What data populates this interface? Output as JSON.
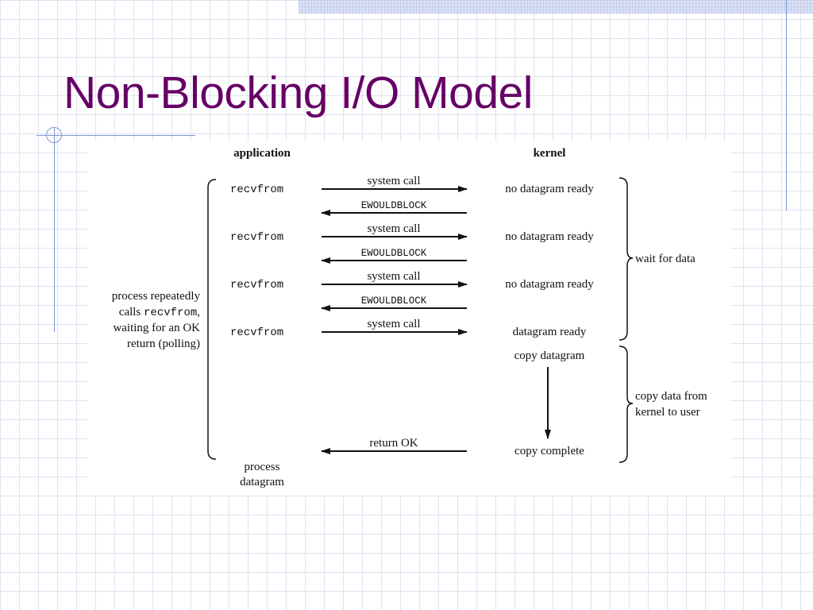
{
  "slide": {
    "title": "Non-Blocking I/O Model"
  },
  "diagram": {
    "header_app": "application",
    "header_kernel": "kernel",
    "app_calls": [
      "recvfrom",
      "recvfrom",
      "recvfrom",
      "recvfrom"
    ],
    "system_call_labels": [
      "system call",
      "system call",
      "system call",
      "system call"
    ],
    "ewouldblock_labels": [
      "EWOULDBLOCK",
      "EWOULDBLOCK",
      "EWOULDBLOCK"
    ],
    "kernel_states": [
      "no datagram ready",
      "no datagram ready",
      "no datagram ready",
      "datagram ready"
    ],
    "copy_datagram": "copy datagram",
    "copy_complete": "copy complete",
    "return_ok": "return OK",
    "process_datagram": [
      "process",
      "datagram"
    ],
    "left_note": {
      "line1": "process repeatedly",
      "line2_prefix": "calls ",
      "line2_code": "recvfrom",
      "line2_suffix": ",",
      "line3": "waiting for an OK",
      "line4": "return (polling)"
    },
    "wait_for_data": "wait for data",
    "copy_data_from": [
      "copy data from",
      "kernel to user"
    ]
  }
}
